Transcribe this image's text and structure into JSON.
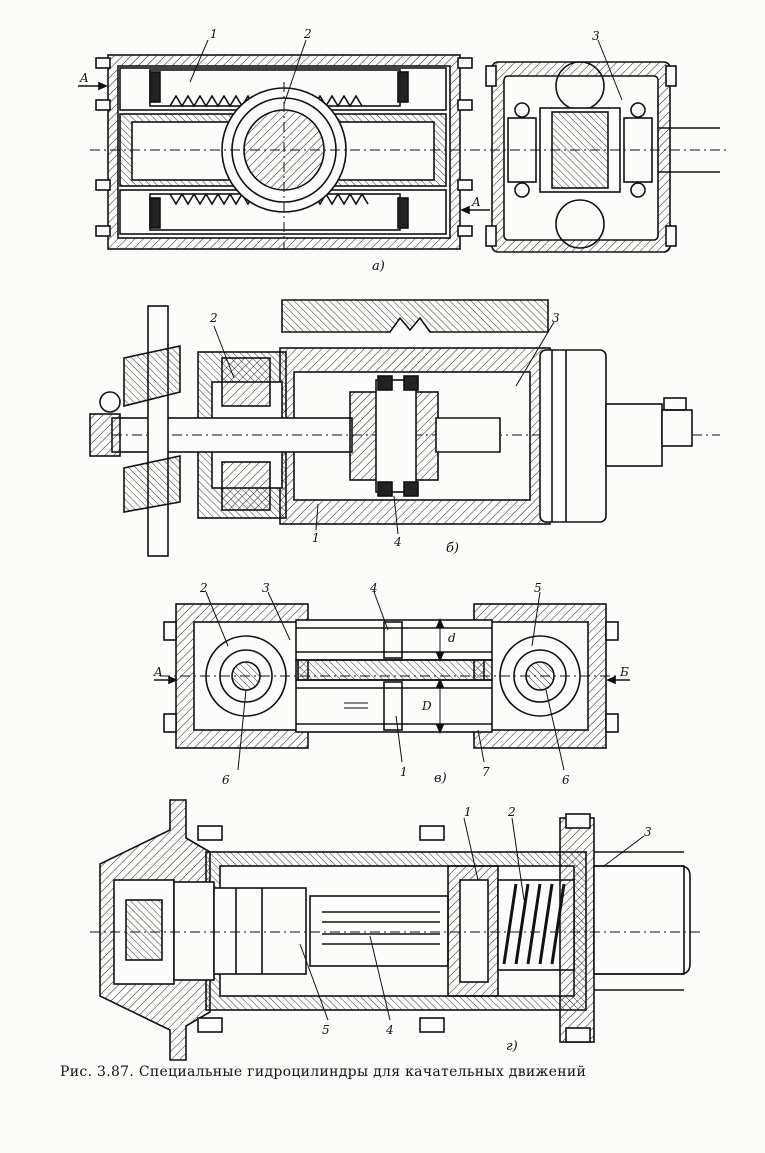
{
  "figure_a": {
    "sublabel": "а)",
    "callouts": [
      "1",
      "2",
      "3"
    ],
    "arrow_label_left": "A",
    "arrow_label_right": "A"
  },
  "figure_b": {
    "sublabel": "б)",
    "callouts": [
      "1",
      "2",
      "3",
      "4"
    ]
  },
  "figure_v": {
    "sublabel": "в)",
    "callouts": [
      "1",
      "2",
      "3",
      "4",
      "5",
      "6",
      "6",
      "7"
    ],
    "arrow_label_left": "A",
    "arrow_label_right": "Б",
    "dim_small": "d",
    "dim_large": "D"
  },
  "figure_g": {
    "sublabel": "г)",
    "callouts": [
      "1",
      "2",
      "3",
      "4",
      "5"
    ]
  },
  "caption": "Рис. 3.87. Специальные гидроцилиндры для качательных движений"
}
